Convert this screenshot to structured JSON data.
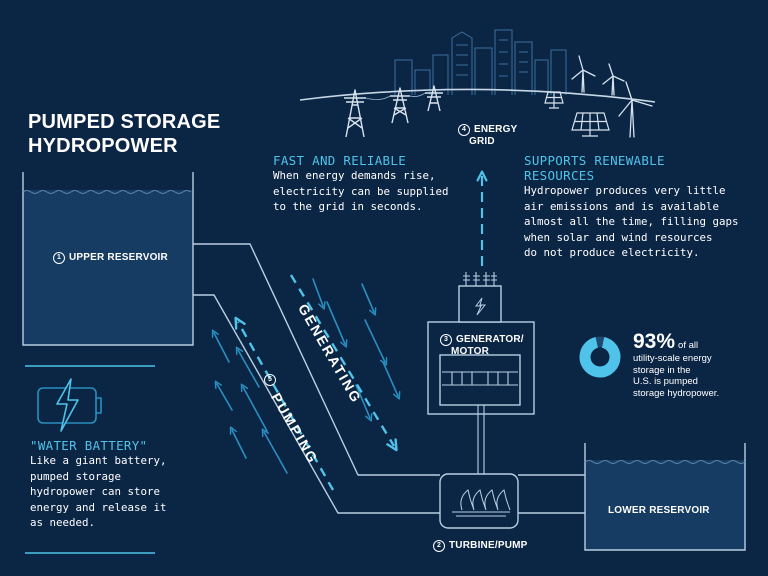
{
  "title": {
    "line1": "PUMPED STORAGE",
    "line2": "HYDROPOWER"
  },
  "labels": {
    "upper_reservoir": {
      "num": "1",
      "text": "UPPER RESERVOIR"
    },
    "turbine_pump": {
      "num": "2",
      "text": "TURBINE/PUMP"
    },
    "generator_motor": {
      "num": "3",
      "line1": "GENERATOR/",
      "line2": "MOTOR"
    },
    "energy_grid": {
      "num": "4",
      "line1": "ENERGY",
      "line2": "GRID"
    },
    "pumping_num": "5",
    "lower_reservoir": "LOWER RESERVOIR"
  },
  "flow": {
    "generating": "GENERATING",
    "pumping": "PUMPING"
  },
  "fast_reliable": {
    "heading": "FAST AND RELIABLE",
    "lines": [
      "When energy demands rise,",
      "electricity can be supplied",
      "to the grid in seconds."
    ]
  },
  "renewable": {
    "heading_lines": [
      "SUPPORTS RENEWABLE",
      "RESOURCES"
    ],
    "lines": [
      "Hydropower produces very little",
      "air emissions and is available",
      "almost all the time, filling gaps",
      "when solar and wind resources",
      "do not produce electricity."
    ]
  },
  "water_battery": {
    "heading": "\"WATER BATTERY\"",
    "lines": [
      "Like a giant battery,",
      "pumped storage",
      "hydropower can store",
      "energy and release it",
      "as needed."
    ]
  },
  "stat": {
    "value": "93%",
    "suffix": "of all",
    "lines": [
      "utility-scale energy",
      "storage in the",
      "U.S. is pumped",
      "storage hydropower."
    ],
    "fraction": 0.93
  },
  "colors": {
    "background": "#0b2545",
    "reservoir": "#163c63",
    "line": "#b9cfe2",
    "accent": "#4fc3ea",
    "text": "#ffffff"
  }
}
